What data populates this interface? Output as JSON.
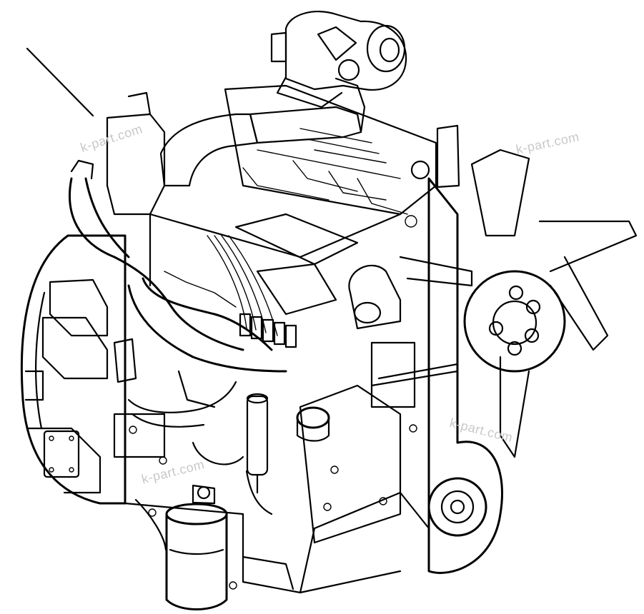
{
  "watermarks": [
    "k-part.com",
    "k-part.com",
    "k-part.com",
    "k-part.com"
  ],
  "colors": {
    "line": "#000000",
    "background": "#ffffff",
    "watermark": "#c8c8c8"
  }
}
